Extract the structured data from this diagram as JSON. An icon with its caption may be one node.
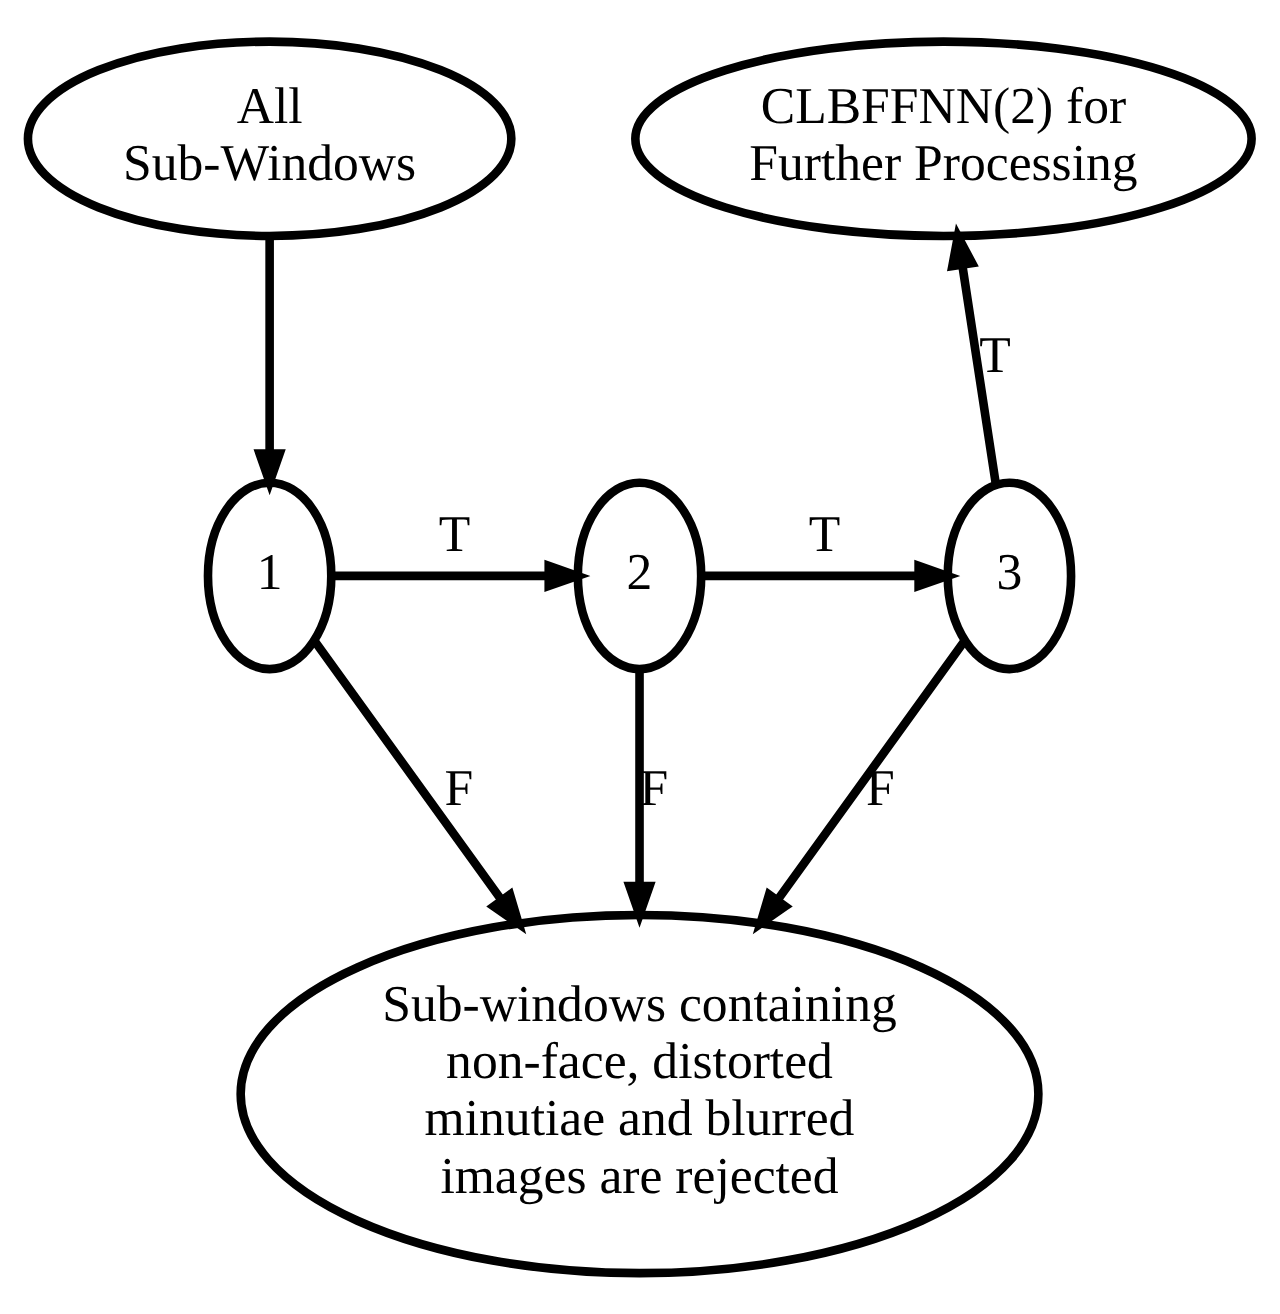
{
  "diagram": {
    "nodes": [
      {
        "text": [
          "All Sub-Windows"
        ]
      },
      {
        "text": [
          "CLBFFNN(2) for Further Processing"
        ]
      },
      {
        "text": [
          "1"
        ]
      },
      {
        "text": [
          "2"
        ]
      },
      {
        "text": [
          "3"
        ]
      },
      {
        "text": [
          "Sub-windows containing non-face, distorted minutiae and blurred images are rejected"
        ]
      }
    ],
    "edges": [
      {
        "from": 0,
        "to": 2,
        "arrow": "to"
      },
      {
        "from": 2,
        "to": 3,
        "arrow": "to",
        "label": "T"
      },
      {
        "from": 3,
        "to": 4,
        "arrow": "to",
        "label": "T"
      },
      {
        "from": 4,
        "to": 1,
        "arrow": "to",
        "label": "T"
      },
      {
        "from": 2,
        "to": 5,
        "arrow": "to",
        "label": "F"
      },
      {
        "from": 3,
        "to": 5,
        "arrow": "to",
        "label": "F"
      },
      {
        "from": 4,
        "to": 5,
        "arrow": "to",
        "label": "F"
      }
    ]
  }
}
